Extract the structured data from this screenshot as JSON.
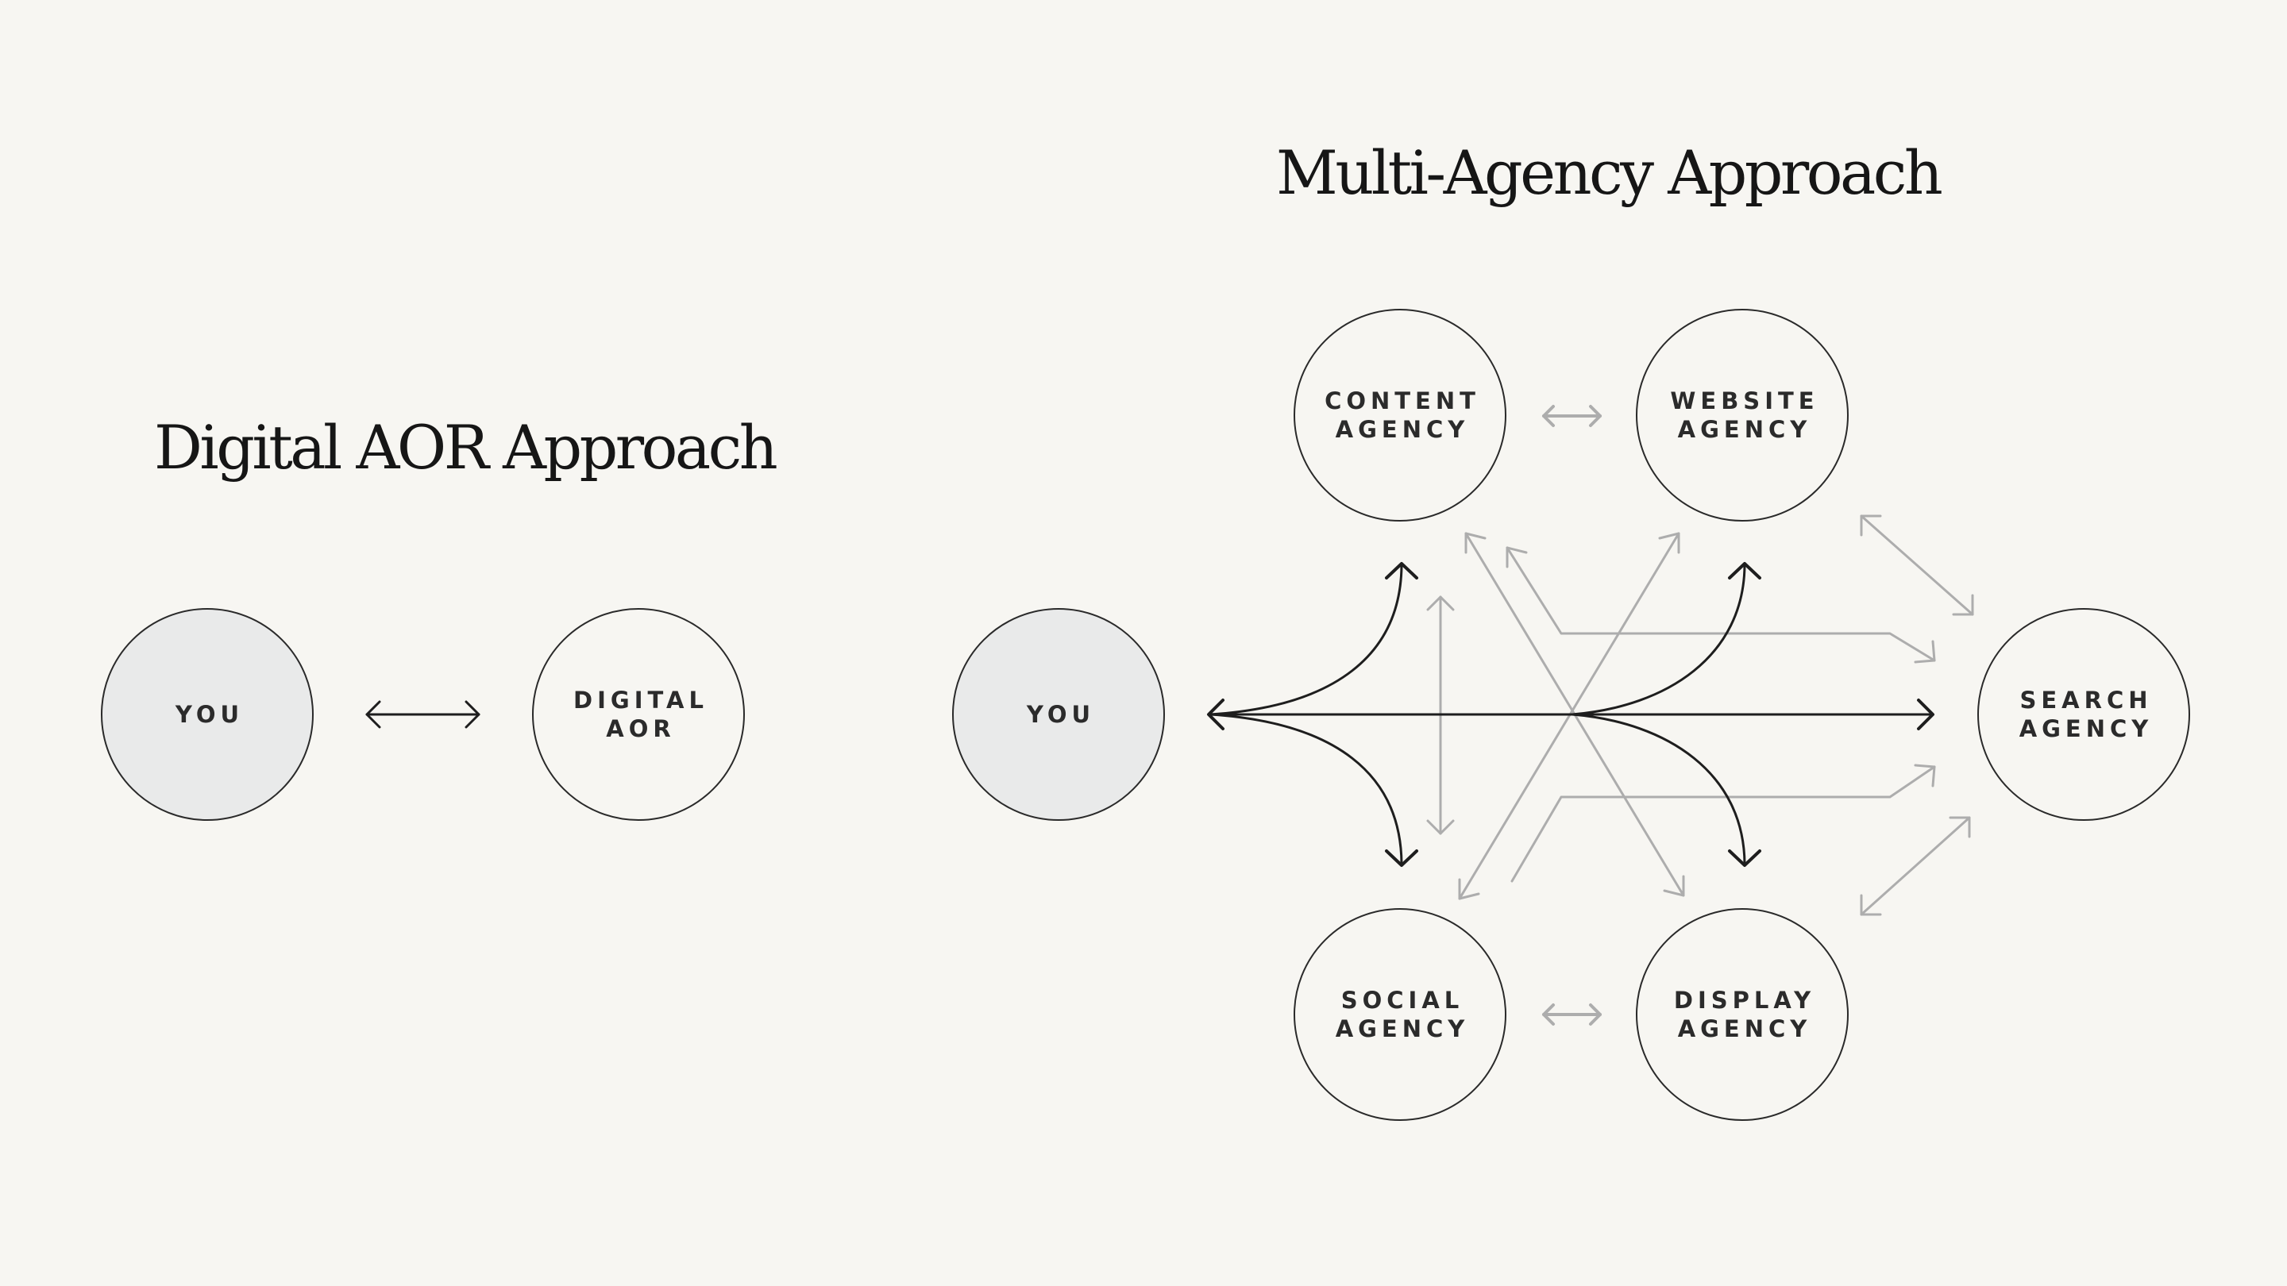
{
  "digital_aor": {
    "title": "Digital AOR Approach",
    "you_label": "YOU",
    "aor_label": "DIGITAL\nAOR"
  },
  "multi_agency": {
    "title": "Multi-Agency Approach",
    "you_label": "YOU",
    "content_label": "CONTENT\nAGENCY",
    "website_label": "WEBSITE\nAGENCY",
    "search_label": "SEARCH\nAGENCY",
    "social_label": "SOCIAL\nAGENCY",
    "display_label": "DISPLAY\nAGENCY"
  },
  "colors": {
    "background": "#f7f6f2",
    "you_fill": "#e9eaea",
    "primary_arrow": "#1e1e1e",
    "secondary_arrow": "#adadad"
  }
}
